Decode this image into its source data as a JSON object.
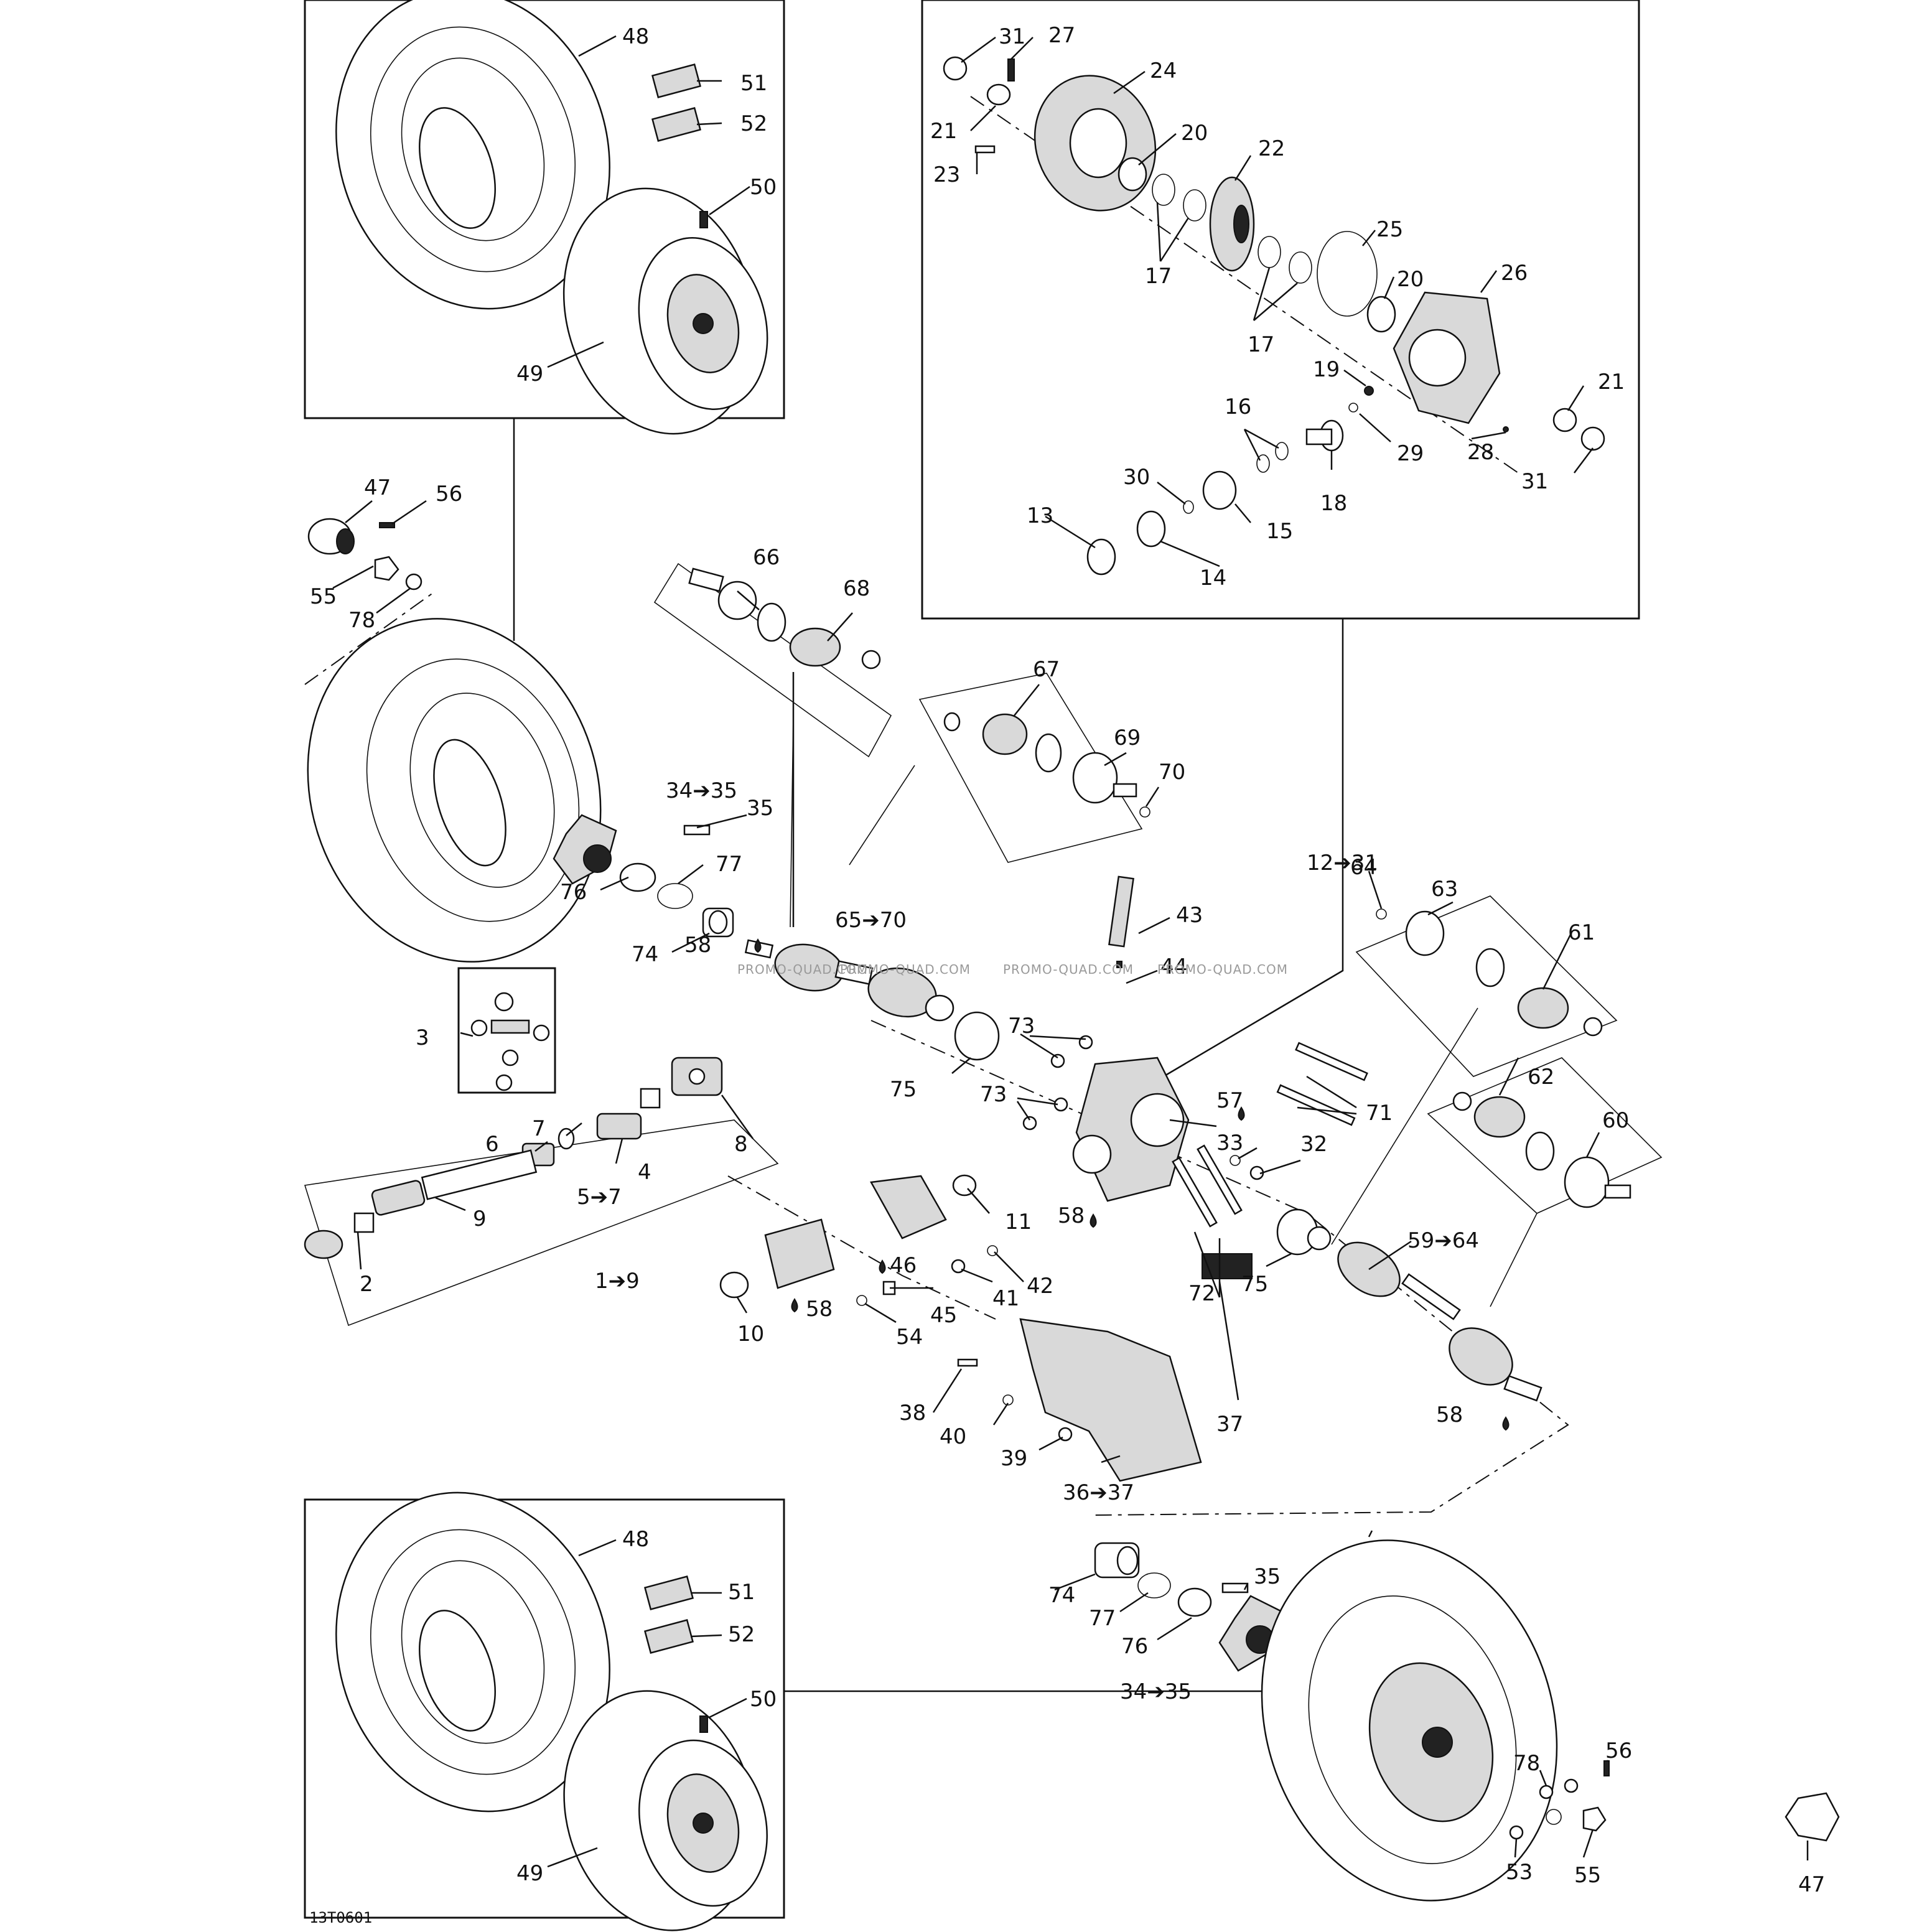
{
  "diagram_code": "13T0601",
  "watermarks": [
    "PROMO-QUAD.COM",
    "PROMO-QUAD.COM",
    "PROMO-QUAD.COM",
    "PROMO-QUAD.COM"
  ],
  "callouts": {
    "c1to9": "1➔9",
    "c2": "2",
    "c3": "3",
    "c4": "4",
    "c5to7": "5➔7",
    "c6": "6",
    "c7": "7",
    "c8": "8",
    "c9": "9",
    "c10": "10",
    "c11": "11",
    "c12to31": "12➔31",
    "c13": "13",
    "c14": "14",
    "c15": "15",
    "c16": "16",
    "c17a": "17",
    "c17b": "17",
    "c18": "18",
    "c19": "19",
    "c20a": "20",
    "c20b": "20",
    "c21a": "21",
    "c21b": "21",
    "c22": "22",
    "c23": "23",
    "c24": "24",
    "c25": "25",
    "c26": "26",
    "c27": "27",
    "c28": "28",
    "c29": "29",
    "c30": "30",
    "c31a": "31",
    "c31b": "31",
    "c32": "32",
    "c33": "33",
    "c34to35a": "34➔35",
    "c34to35b": "34➔35",
    "c35a": "35",
    "c35b": "35",
    "c36to37": "36➔37",
    "c37": "37",
    "c38": "38",
    "c39": "39",
    "c40": "40",
    "c41": "41",
    "c42": "42",
    "c43": "43",
    "c44": "44",
    "c45": "45",
    "c46": "46",
    "c47a": "47",
    "c47b": "47",
    "c48a": "48",
    "c48b": "48",
    "c49a": "49",
    "c49b": "49",
    "c50a": "50",
    "c50b": "50",
    "c51a": "51",
    "c51b": "51",
    "c52a": "52",
    "c52b": "52",
    "c53": "53",
    "c54": "54",
    "c55a": "55",
    "c55b": "55",
    "c56a": "56",
    "c56b": "56",
    "c57": "57",
    "c58a": "58",
    "c58b": "58",
    "c58c": "58",
    "c58d": "58",
    "c59to64": "59➔64",
    "c60": "60",
    "c61": "61",
    "c62": "62",
    "c63": "63",
    "c64": "64",
    "c65to70": "65➔70",
    "c66": "66",
    "c67": "67",
    "c68": "68",
    "c69": "69",
    "c70": "70",
    "c71": "71",
    "c72": "72",
    "c73a": "73",
    "c73b": "73",
    "c74a": "74",
    "c74b": "74",
    "c75a": "75",
    "c75b": "75",
    "c76a": "76",
    "c76b": "76",
    "c77a": "77",
    "c77b": "77",
    "c78a": "78",
    "c78b": "78"
  }
}
